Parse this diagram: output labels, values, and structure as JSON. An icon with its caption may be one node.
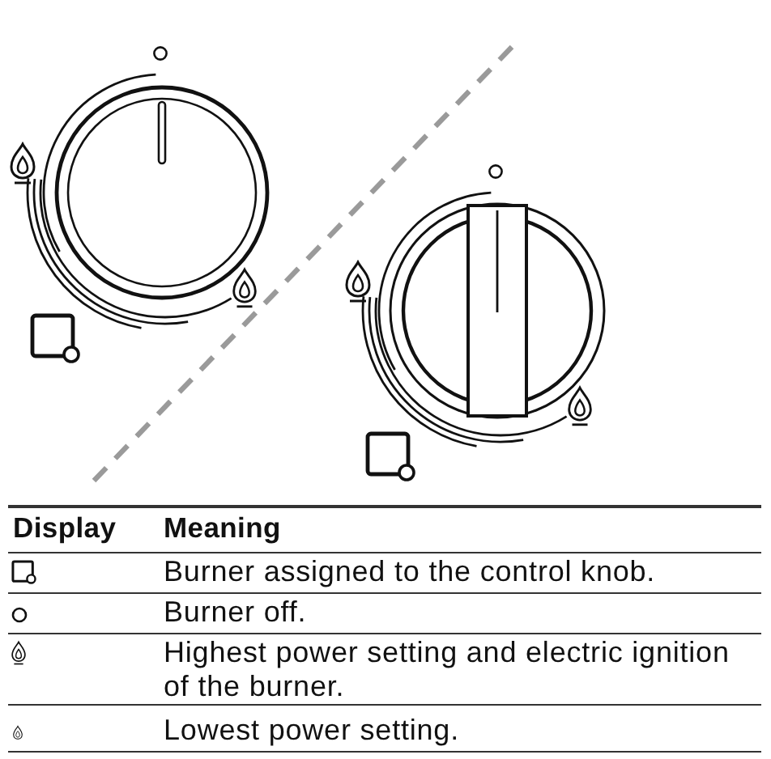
{
  "diagram": {
    "labels": [
      "Display",
      "Meaning",
      "Burner assigned to the control knob.",
      "Burner off.",
      "Highest power setting and electric ignition of the burner.",
      "Lowest power setting."
    ]
  }
}
